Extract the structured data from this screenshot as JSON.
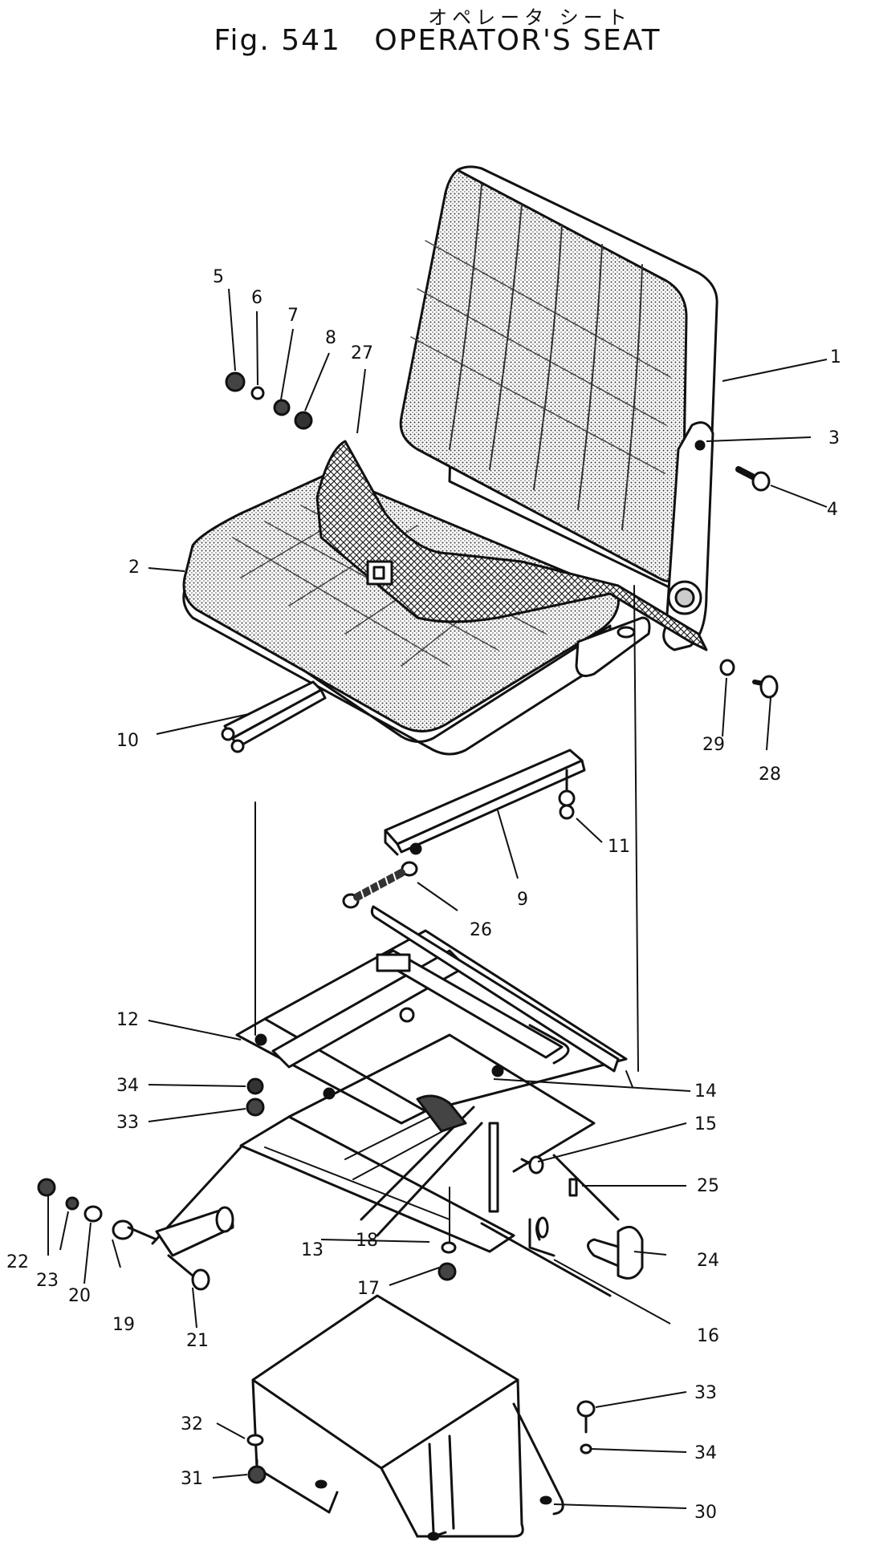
{
  "figure": {
    "japanese_title": "オペレータ シート",
    "fig_number": "Fig. 541",
    "title": "OPERATOR'S SEAT"
  },
  "callouts": [
    "1",
    "2",
    "3",
    "4",
    "5",
    "6",
    "7",
    "8",
    "9",
    "10",
    "11",
    "12",
    "13",
    "14",
    "15",
    "16",
    "17",
    "18",
    "19",
    "20",
    "21",
    "22",
    "23",
    "24",
    "25",
    "26",
    "27",
    "28",
    "29",
    "30",
    "31",
    "32",
    "33",
    "34",
    "33",
    "34"
  ],
  "colors": {
    "ink": "#111111",
    "paper": "#ffffff",
    "shade": "#9a9a9a"
  }
}
